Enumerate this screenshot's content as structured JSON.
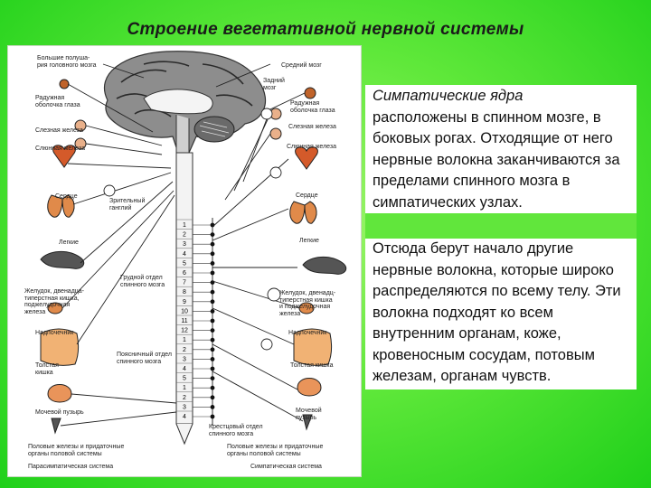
{
  "title": "Строение вегетативной нервной системы",
  "text": {
    "para1_em": "Симпатические ядра",
    "para1_rest": "расположены в спинном мозге, в боковых рогах. Отходящие от него нервные волокна заканчиваются за пределами спинного мозга в симпатических узлах.",
    "para2": "Отсюда берут начало другие нервные волокна, которые широко распределяются по всему телу. Эти волокна подходят ко всем внутренним органам, коже, кровеносным сосудам, потовым железам, органам чувств."
  },
  "diagram": {
    "labels": {
      "hemispheres": "Большие полуша-\nрия головного мозга",
      "midbrain": "Средний мозг",
      "hindbrain": "Задний\nмозг",
      "iris_left": "Радужная\nоболочка глаза",
      "iris_right": "Радужная\nоболочка глаза",
      "lacrimal_left": "Слезная железа",
      "lacrimal_right": "Слезная железа",
      "salivary_left": "Слюнная железа",
      "salivary_right": "Слюнная железа",
      "heart_left": "Сердце",
      "heart_right": "Сердце",
      "optic_ganglion": "Зрительный\nганглий",
      "lungs_left": "Легкие",
      "lungs_right": "Легкие",
      "thoracic": "Грудной отдел\nспинного мозга",
      "stomach_left": "Желудок, двенадца-\nтиперстная кишка,\nподжелудочная\nжелеза",
      "stomach_right": "Желудок, двенадц-\nтиперстная кишка\nи поджелудочная\nжелеза",
      "adrenal_left": "Надпочечник",
      "adrenal_right": "Надпочечник",
      "lumbar": "Поясничный отдел\nспинного мозга",
      "colon_left": "Толстая\nкишка",
      "colon_right": "Толстая кишка",
      "bladder_left": "Мочевой пузырь",
      "bladder_right": "Мочевой\nпузырь",
      "sacral": "Крестцовый отдел\nспинного мозга",
      "genitals_left": "Половые железы и придаточные\nорганы половой системы",
      "genitals_right": "Половые железы и придаточные\nорганы половой системы",
      "parasympathetic": "Парасимпатическая система",
      "sympathetic": "Симпатическая система"
    },
    "segments": [
      "1",
      "2",
      "3",
      "4",
      "5",
      "6",
      "7",
      "8",
      "9",
      "10",
      "11",
      "12",
      "1",
      "2",
      "3",
      "4",
      "5",
      "1",
      "2",
      "3",
      "4"
    ]
  }
}
